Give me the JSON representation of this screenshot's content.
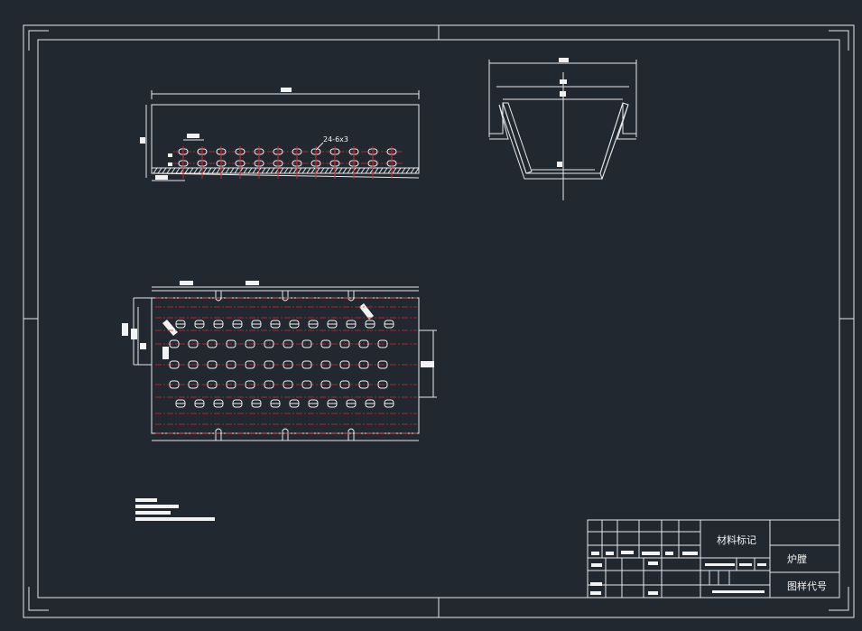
{
  "drawing": {
    "front_view": {
      "hole_callout": "24-6x3"
    },
    "title_block": {
      "material_mark": "材料标记",
      "part_name": "炉膛",
      "drawing_number": "图样代号"
    }
  },
  "colors": {
    "background": "#212830",
    "lines": "#e8e8e8",
    "centerlines": "#d9262b"
  }
}
